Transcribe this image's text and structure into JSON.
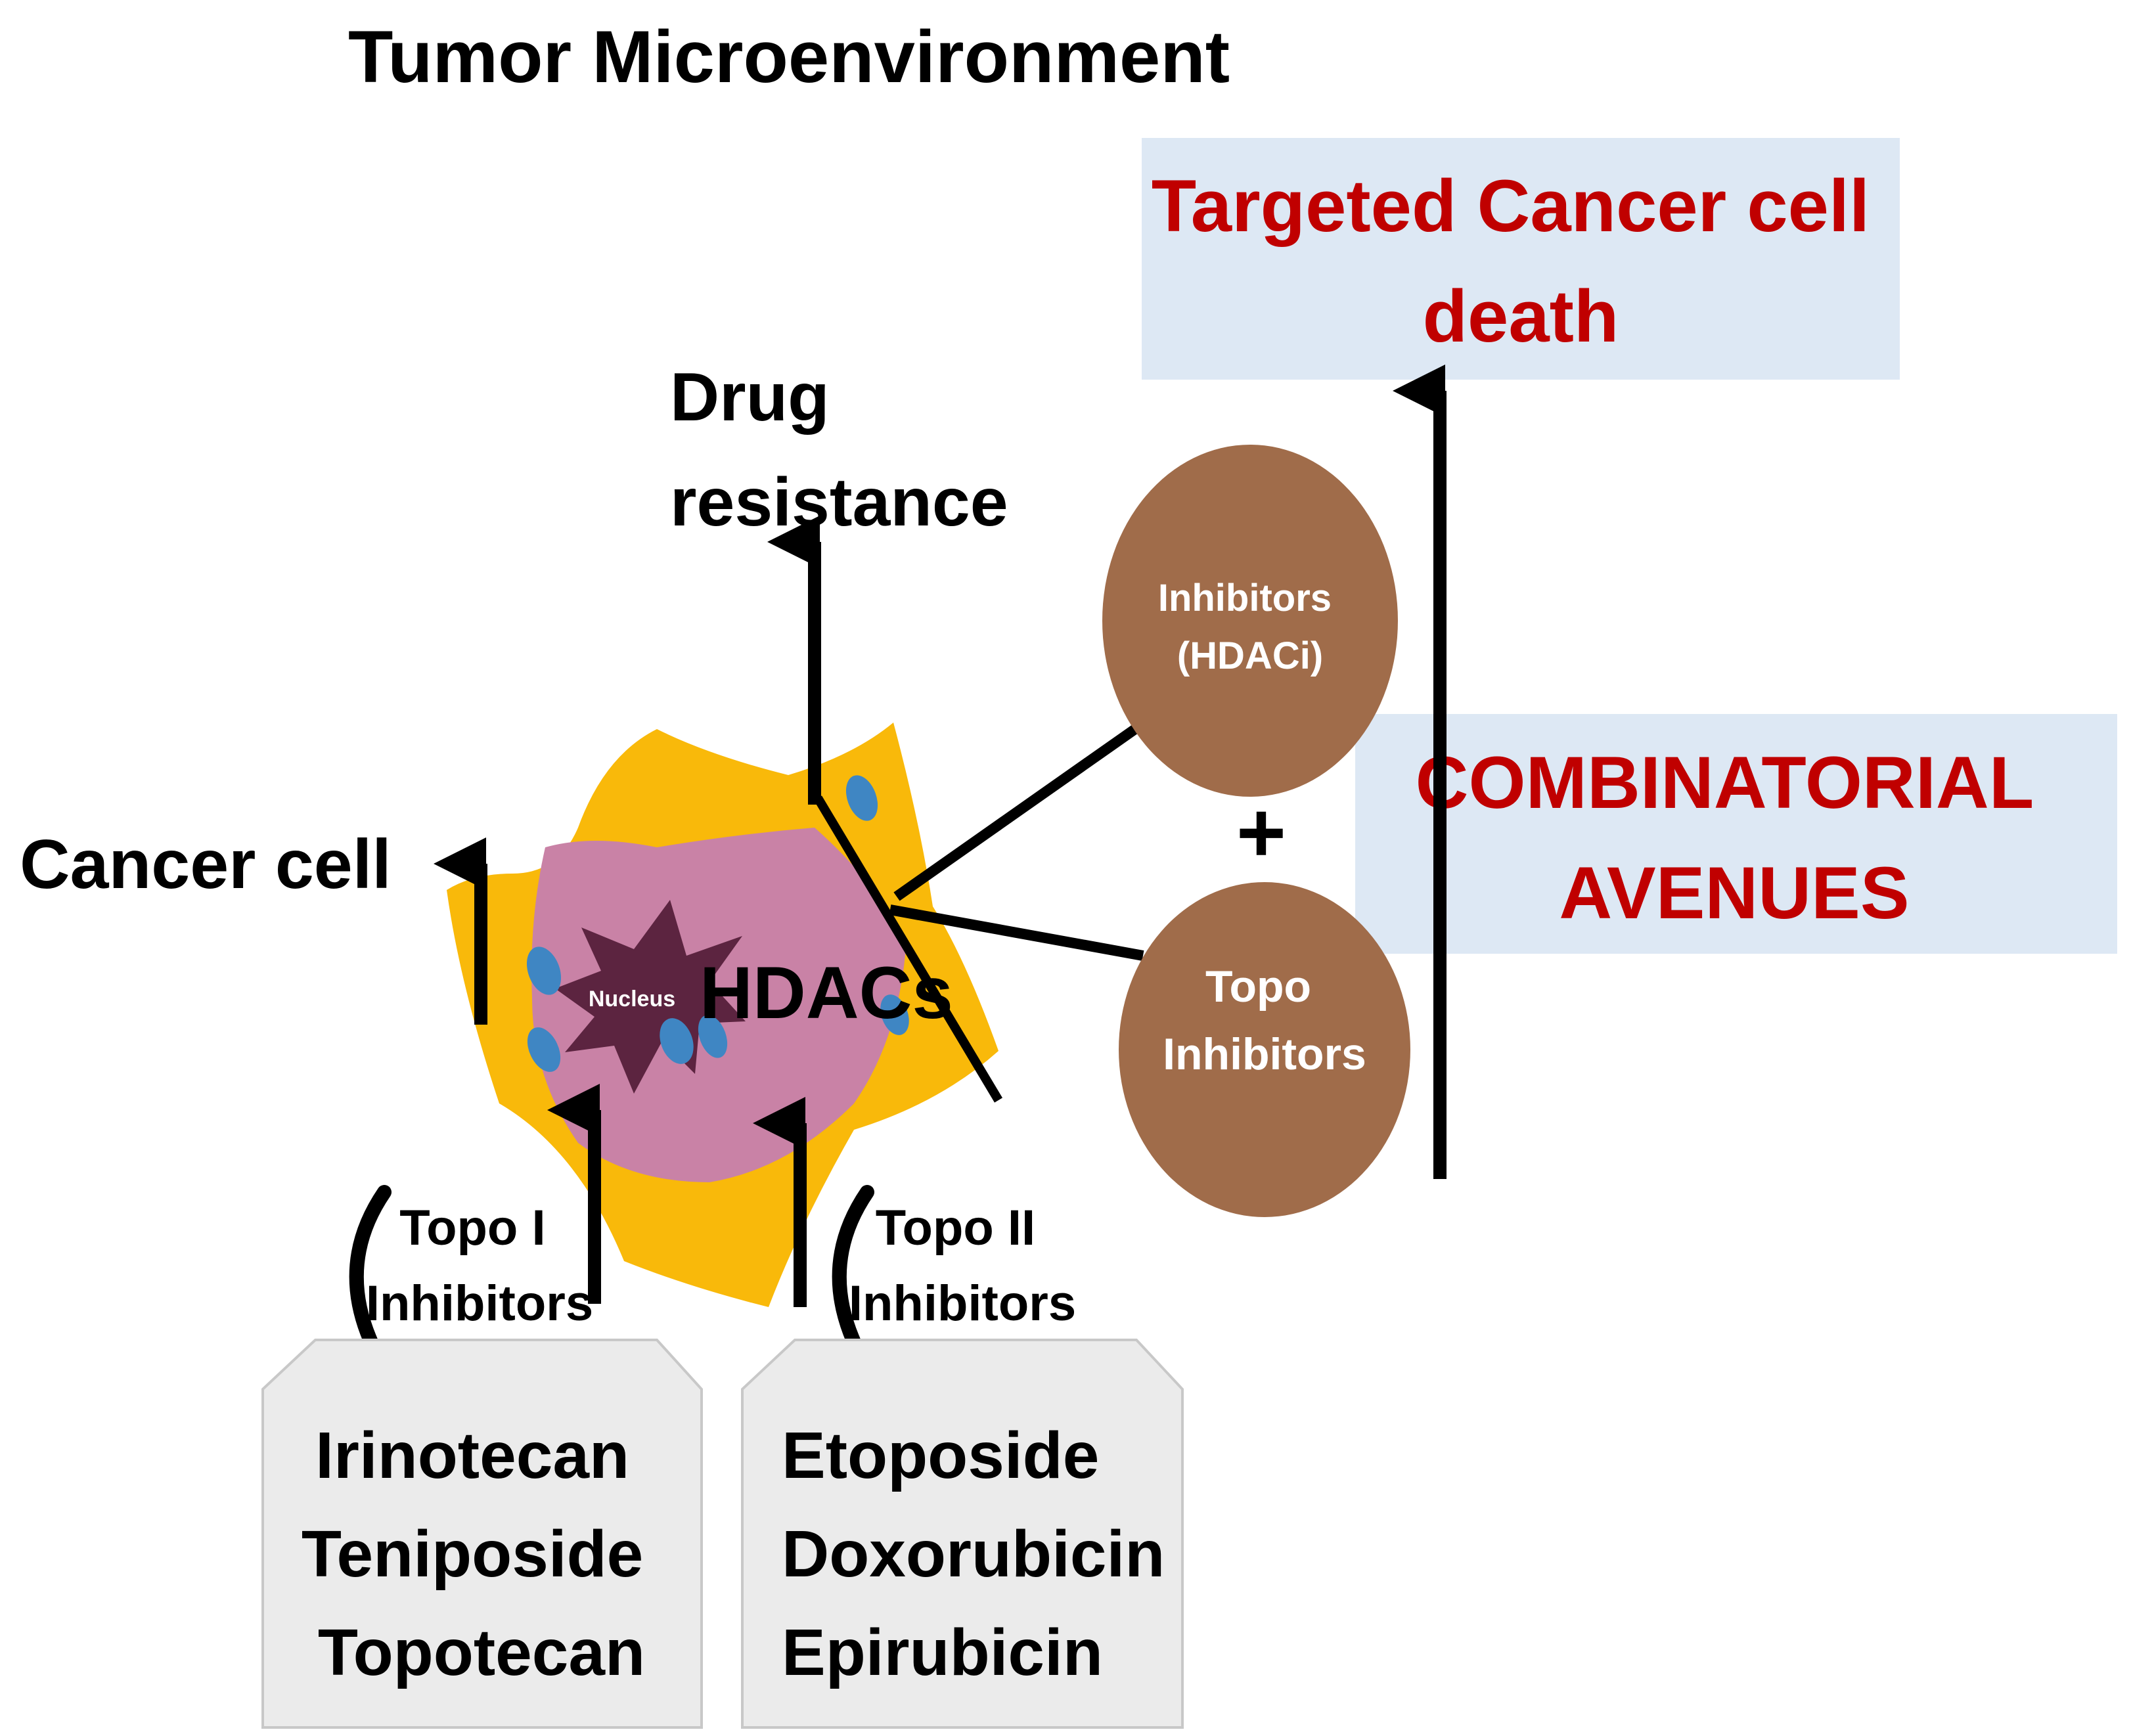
{
  "title": "Tumor Microenvironment",
  "cancer_cell_label": "Cancer cell",
  "nucleus_label": "Nucleus",
  "hdacs_label": "HDACs",
  "drug_resistance": [
    "Drug",
    "resistance"
  ],
  "targeted_death": [
    "Targeted Cancer cell",
    "death"
  ],
  "combinatorial": [
    "COMBINATORIAL",
    "AVENUES"
  ],
  "hdaci_circle": [
    "Inhibitors",
    "(HDACi)"
  ],
  "topo_circle": [
    "Topo",
    "Inhibitors"
  ],
  "plus_sign": "+",
  "topo1_label": [
    "Topo I",
    "Inhibitors"
  ],
  "topo2_label": [
    "Topo II",
    "Inhibitors"
  ],
  "topo1_drugs": [
    "Irinotecan",
    "Teniposide",
    "Topotecan"
  ],
  "topo2_drugs": [
    "Etoposide",
    "Doxorubicin",
    "Epirubicin"
  ],
  "colors": {
    "cell_body": "#f9b90a",
    "cell_inner": "#c982a6",
    "nucleus": "#5c2440",
    "protein": "#3f86c3",
    "circle": "#a06c4a",
    "highlight_box": "#dde8f4",
    "drug_box": "#ebebeb",
    "red_text": "#c00000",
    "ink": "#000000"
  }
}
